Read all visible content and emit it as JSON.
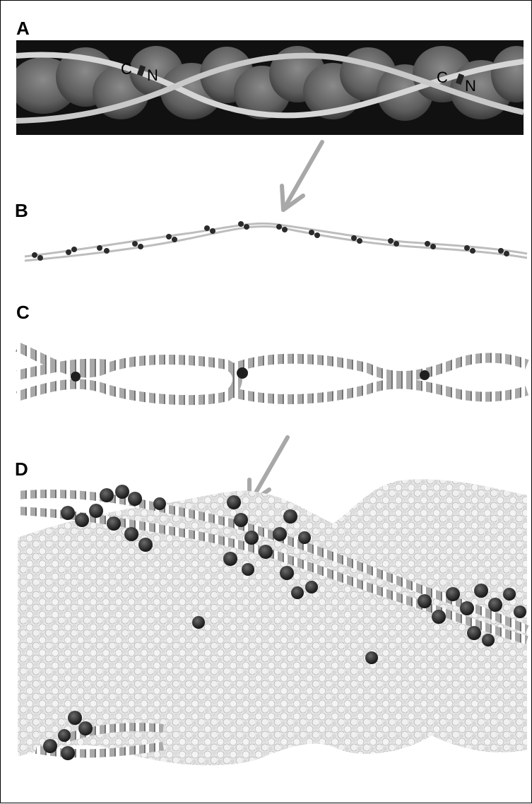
{
  "panels": [
    {
      "label": "A"
    },
    {
      "label": "B"
    },
    {
      "label": "C"
    },
    {
      "label": "D"
    }
  ],
  "panel_a": {
    "terminus_pairs": [
      {
        "c": "C",
        "n": "N"
      },
      {
        "c": "C",
        "n": "N"
      }
    ]
  },
  "colors": {
    "background": "#ffffff",
    "panel_a_background": "#111111",
    "actin_surface": "#6b6b6b",
    "strand": "#d0d0d0",
    "helix": "#a9a9a9",
    "highlight_atoms": "#2b2b2b",
    "arrow": "#a8a8a8",
    "protein_surface": "#ececec"
  }
}
